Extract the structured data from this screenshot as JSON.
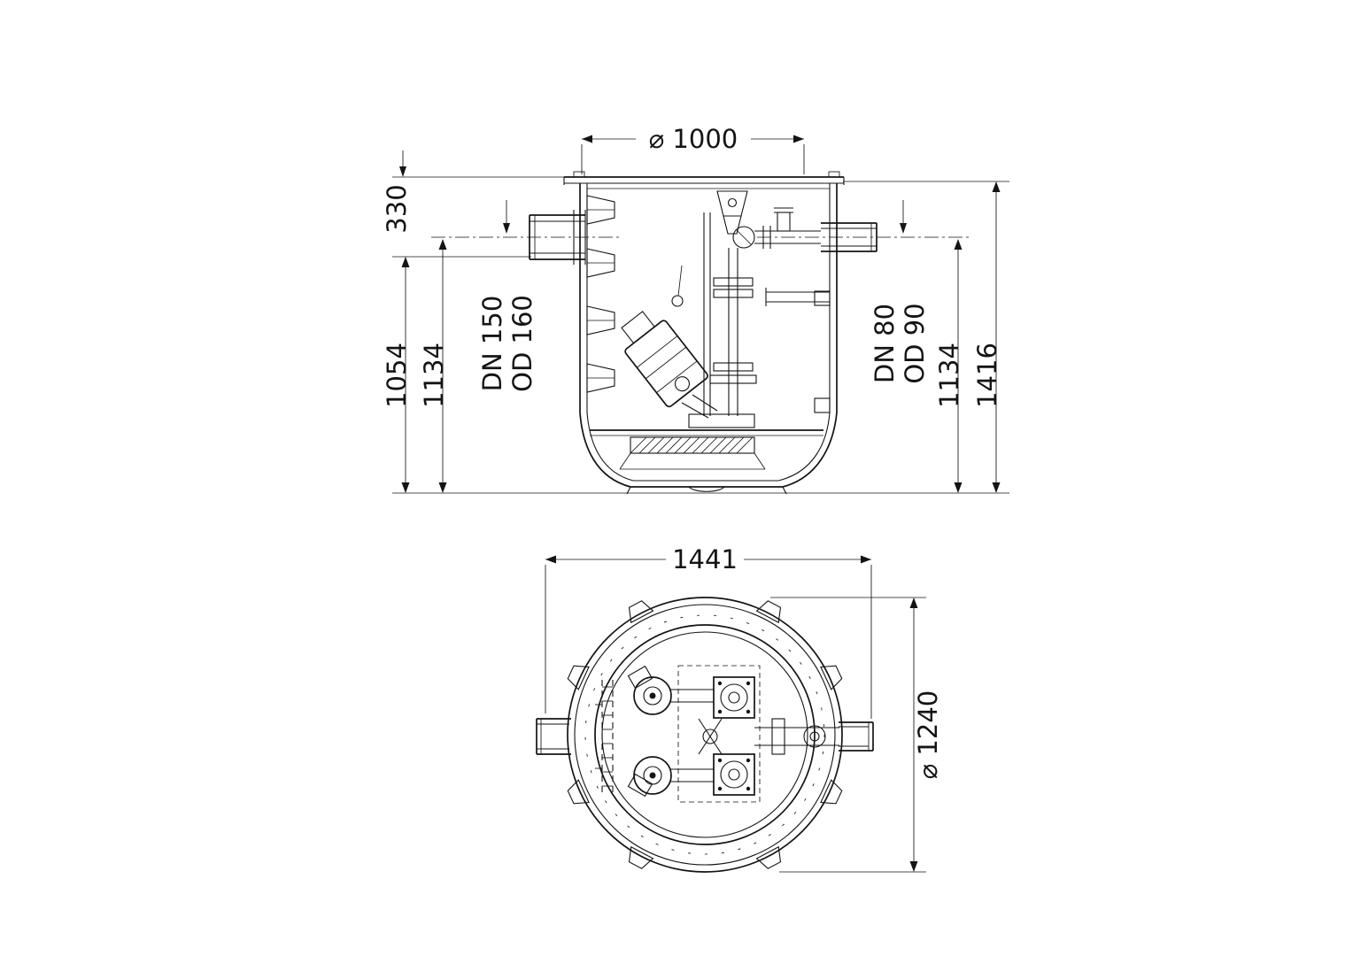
{
  "colors": {
    "line": "#141414",
    "background": "#ffffff"
  },
  "section_view": {
    "dim_diameter_tank": "⌀ 1000",
    "dim_cover_to_inlet": "330",
    "dim_inlet_invert_to_bottom": "1054",
    "dim_inlet_axis_to_bottom": "1134",
    "label_inlet_dn": "DN 150",
    "label_inlet_od": "OD 160",
    "label_outlet_dn": "DN 80",
    "label_outlet_od": "OD 90",
    "dim_outlet_axis_to_bottom": "1134",
    "dim_total_height": "1416"
  },
  "plan_view": {
    "dim_overall_width": "1441",
    "dim_flange_diameter": "⌀ 1240"
  }
}
